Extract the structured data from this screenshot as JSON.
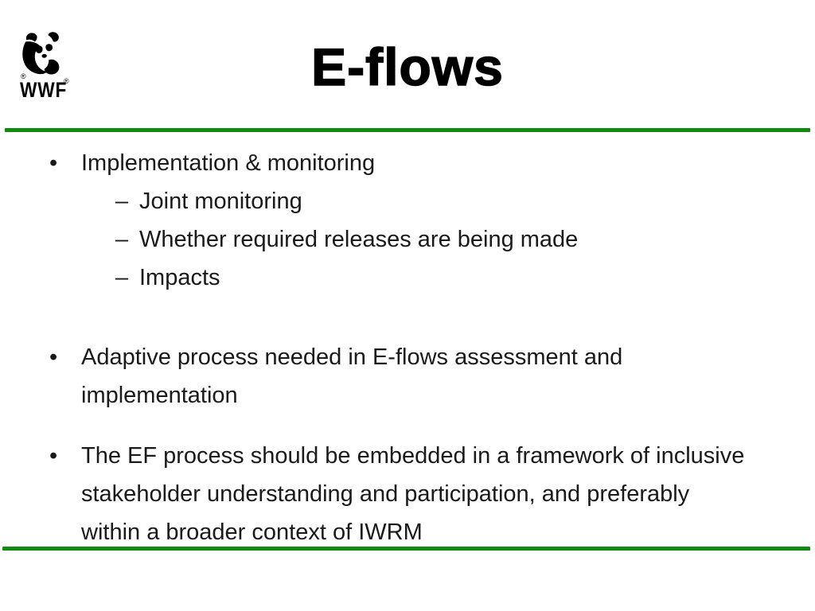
{
  "slide": {
    "title": "E-flows",
    "logo": {
      "wordmark": "WWF",
      "registered_mark_left": "®",
      "registered_mark_right": "®"
    },
    "markers": {
      "level1": "•",
      "level2": "–"
    },
    "bullets": [
      {
        "level": 1,
        "text": "Implementation & monitoring"
      },
      {
        "level": 2,
        "text": "Joint monitoring"
      },
      {
        "level": 2,
        "text": "Whether required releases are being made"
      },
      {
        "level": 2,
        "text": "Impacts"
      },
      {
        "level": 1,
        "text": "Adaptive process needed in E-flows assessment and implementation"
      },
      {
        "level": 1,
        "text": "The EF process should be embedded in a framework of inclusive stakeholder understanding and participation, and preferably within a broader context of IWRM"
      }
    ],
    "colors": {
      "accent_green": "#118a11",
      "text_color": "#1a1a1a",
      "title_color": "#000000",
      "background": "#ffffff"
    }
  }
}
